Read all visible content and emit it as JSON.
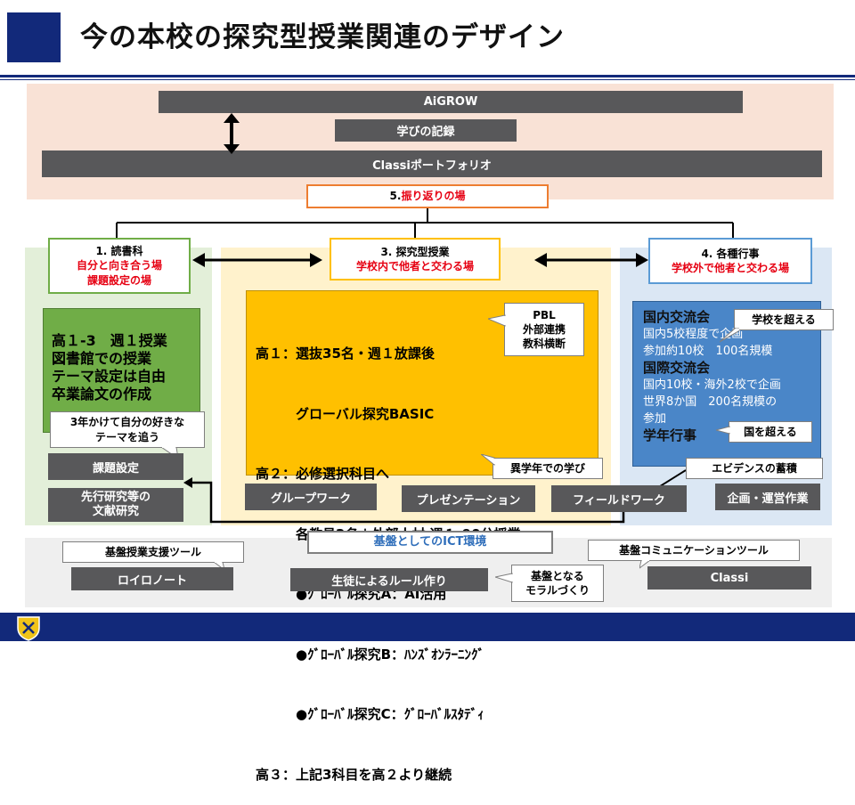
{
  "title": "今の本校の探究型授業関連のデザイン",
  "colors": {
    "navy": "#12297a",
    "dark_gray": "#58585a",
    "top_band": "#f9e2d6",
    "green_band": "#e3efd9",
    "yellow_band": "#fff2cc",
    "blue_band": "#dbe7f4",
    "bottom_band": "#efefef",
    "green_box": "#70ad47",
    "gold_box": "#ffc000",
    "blue_box": "#4a86c8",
    "red_text": "#e60012"
  },
  "top": {
    "aigrow": "AiGROW",
    "manabi": "学びの記録",
    "classi_portfolio": "Classiポートフォリオ"
  },
  "furikaeri": {
    "num": "5. ",
    "label": "振り返りの場"
  },
  "col1": {
    "title": "1. 読書科",
    "sub1": "自分と向き合う場",
    "sub2": "課題設定の場",
    "green_lines": [
      "高１-3　週１授業",
      "図書館での授業",
      "テーマ設定は自由",
      "卒業論文の作成"
    ],
    "callout": [
      "3年かけて自分の好きな",
      "テーマを追う"
    ],
    "btn_kadai": "課題設定",
    "btn_senko": [
      "先行研究等の",
      "文献研究"
    ]
  },
  "col3": {
    "title": "3. 探究型授業",
    "sub": "学校内で他者と交わる場",
    "lines": [
      "高１：選抜35名・週１放課後",
      "　　　グローバル探究BASIC",
      "高２：必修選択科目へ",
      "　　　各教員2名＋外部人材 週１:90分授業",
      "　　　●ｸﾞﾛｰﾊﾞﾙ探究A：AI活用",
      "　　　●ｸﾞﾛｰﾊﾞﾙ探究B：ﾊﾝｽﾞｵﾝﾗｰﾆﾝｸﾞ",
      "　　　●ｸﾞﾛｰﾊﾞﾙ探究C：ｸﾞﾛｰﾊﾞﾙｽﾀﾃﾞｨ",
      "高３：上記3科目を高２より継続"
    ],
    "pbl": [
      "PBL",
      "外部連携",
      "教科横断"
    ],
    "igakunen": "異学年での学び",
    "btn_group": "グループワーク",
    "btn_presen": "プレゼンテーション",
    "btn_field": "フィールドワーク"
  },
  "col4": {
    "title": "4. 各種行事",
    "sub": "学校外で他者と交わる場",
    "h1": "国内交流会",
    "l1": "国内5校程度で企画",
    "l2": "参加約10校　100名規模",
    "h2": "国際交流会",
    "l3": "国内10校・海外2校で企画",
    "l4": "世界8か国　200名規模の",
    "l5": "参加",
    "h3": "学年行事",
    "callout_school": "学校を超える",
    "callout_country": "国を超える",
    "evidence": "エビデンスの蓄積",
    "btn_kikaku": "企画・運営作業"
  },
  "bottom": {
    "ict": "基盤としてのICT環境",
    "tool1": "基盤授業支援ツール",
    "btn_loilo": "ロイロノート",
    "btn_rule": "生徒によるルール作り",
    "moral": [
      "基盤となる",
      "モラルづくり"
    ],
    "tool2": "基盤コミュニケーションツール",
    "btn_classi": "Classi"
  }
}
